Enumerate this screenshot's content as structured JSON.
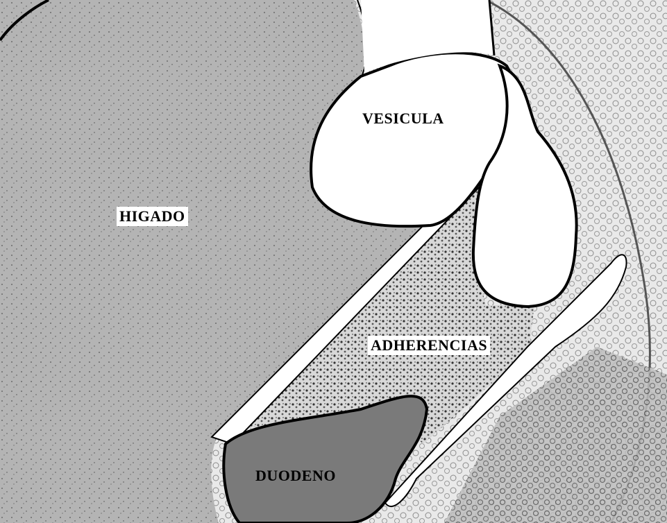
{
  "labels": {
    "liver": "HIGADO",
    "gallbladder": "VESICULA",
    "adhesions": "ADHERENCIAS",
    "duodenum": "DUODENO"
  },
  "colors": {
    "liver": "#b4b4b4",
    "duodenum": "#7a7a7a",
    "gallbladder": "#ffffff",
    "outline": "#000000",
    "background_tissue": "#e6e6e6",
    "adhesion_tissue": "#9a9a9a"
  }
}
